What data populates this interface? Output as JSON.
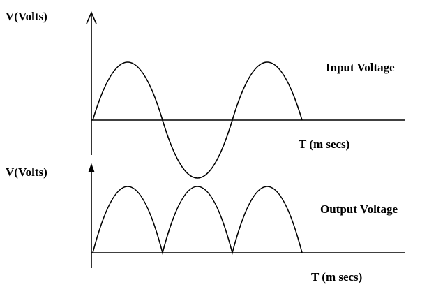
{
  "top_panel": {
    "y_axis_label": "V(Volts)",
    "x_axis_label": "T (m secs)",
    "signal_label": "Input Voltage"
  },
  "bottom_panel": {
    "y_axis_label": "V(Volts)",
    "x_axis_label": "T (m secs)",
    "signal_label": "Output Voltage"
  },
  "colors": {
    "stroke": "#000000",
    "background": "#ffffff"
  }
}
